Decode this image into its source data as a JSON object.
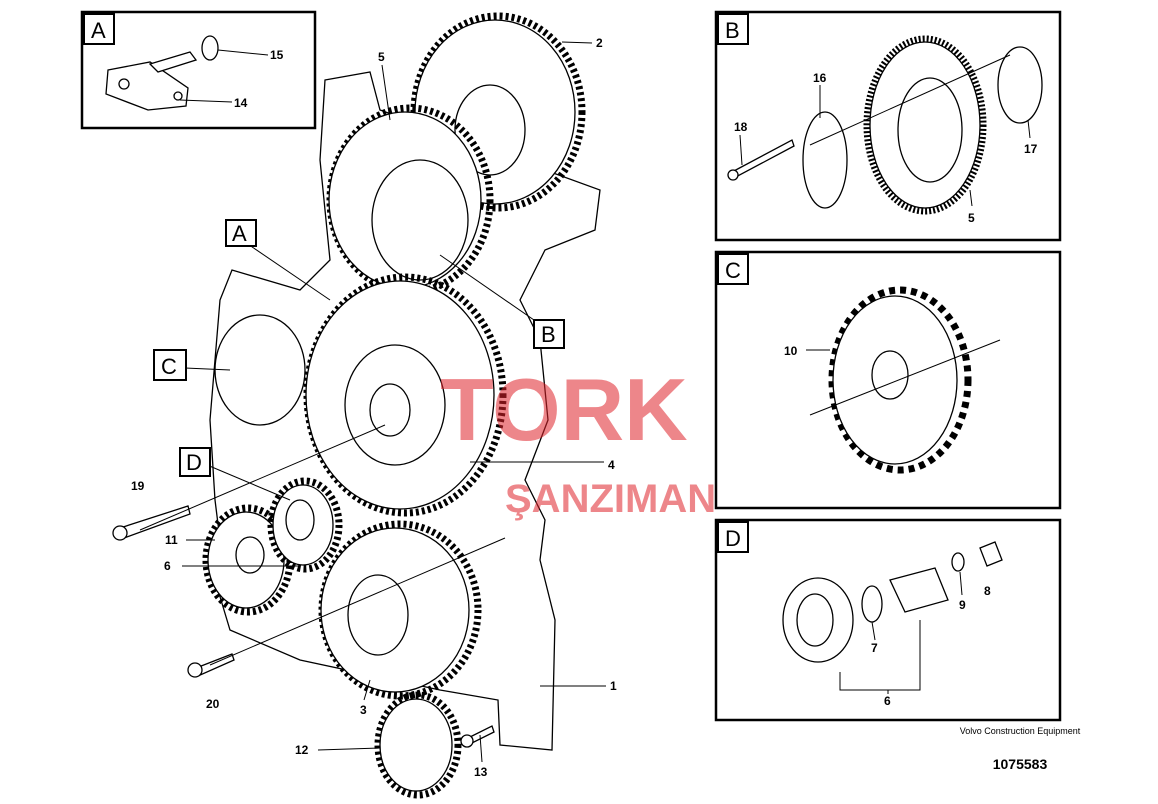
{
  "sections": {
    "A": {
      "tag": "A",
      "parts": [
        "15",
        "14"
      ]
    },
    "B": {
      "tag": "B",
      "parts": [
        "18",
        "16",
        "17",
        "5"
      ]
    },
    "C": {
      "tag": "C",
      "parts": [
        "10"
      ]
    },
    "D": {
      "tag": "D",
      "parts": [
        "9",
        "8",
        "7",
        "6"
      ]
    }
  },
  "main_callouts": {
    "A": "A",
    "B": "B",
    "C": "C",
    "D": "D"
  },
  "main_parts": {
    "p2": "2",
    "p5": "5",
    "p4": "4",
    "p19": "19",
    "p11": "11",
    "p6": "6",
    "p20": "20",
    "p3": "3",
    "p1": "1",
    "p12": "12",
    "p13": "13"
  },
  "footer": {
    "company": "Volvo Construction Equipment",
    "code": "1075583"
  },
  "watermark": {
    "line1": "TORK",
    "line2": "ŞANZIMAN",
    "color": "#e0242b"
  }
}
